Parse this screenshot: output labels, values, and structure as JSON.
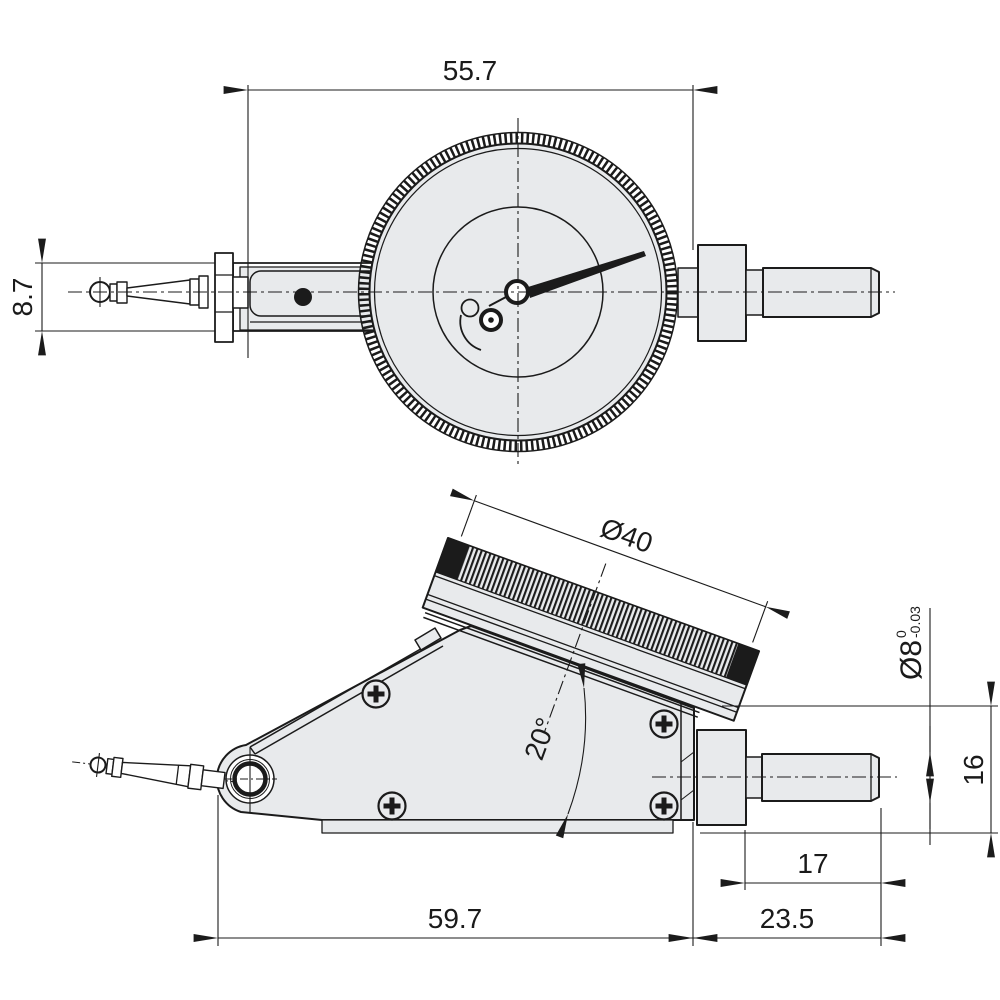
{
  "drawing": {
    "colors": {
      "line": "#1b1b1b",
      "metal_fill": "#e8eaec",
      "background": "#ffffff"
    },
    "front_view": {
      "width": "55.7",
      "stylus_height": "8.7"
    },
    "side_view": {
      "bezel_diameter": "Ø40",
      "dial_angle": "20°",
      "stem_diameter": "Ø8",
      "stem_tol_upper": "0",
      "stem_tol_lower": "-0.03",
      "mount_height": "16",
      "stem_length": "17",
      "stem_offset": "23.5",
      "body_length": "59.7"
    }
  }
}
